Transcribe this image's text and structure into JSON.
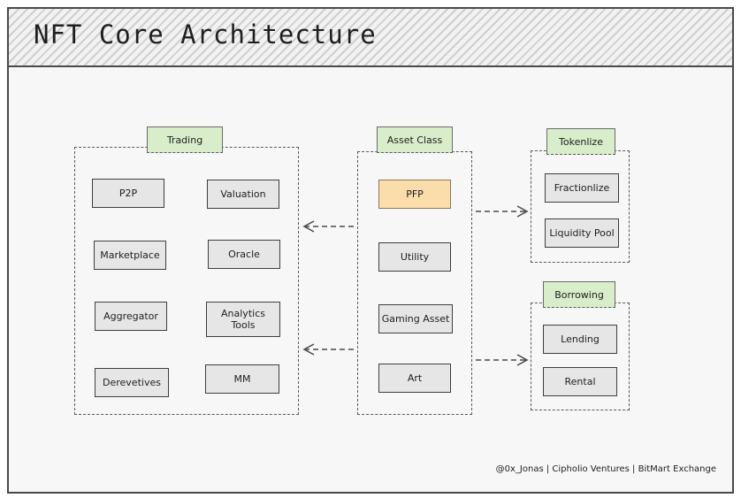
{
  "title": "NFT Core Architecture",
  "groups": {
    "trading": {
      "tag": "Trading",
      "items": [
        "P2P",
        "Valuation",
        "Marketplace",
        "Oracle",
        "Aggregator",
        "Analytics\nTools",
        "Derevetives",
        "MM"
      ]
    },
    "asset_class": {
      "tag": "Asset Class",
      "items": [
        "PFP",
        "Utility",
        "Gaming Asset",
        "Art"
      ]
    },
    "tokenize": {
      "tag": "Tokenlize",
      "items": [
        "Fractionlize",
        "Liquidity Pool"
      ]
    },
    "borrowing": {
      "tag": "Borrowing",
      "items": [
        "Lending",
        "Rental"
      ]
    }
  },
  "credit": "@0x_Jonas | Cipholio Ventures | BitMart Exchange",
  "colors": {
    "tag_fill": "#d8eecb",
    "box_fill": "#e6e6e6",
    "highlight_fill": "#fbdcab",
    "header_hatch": "#cfcfcf"
  }
}
